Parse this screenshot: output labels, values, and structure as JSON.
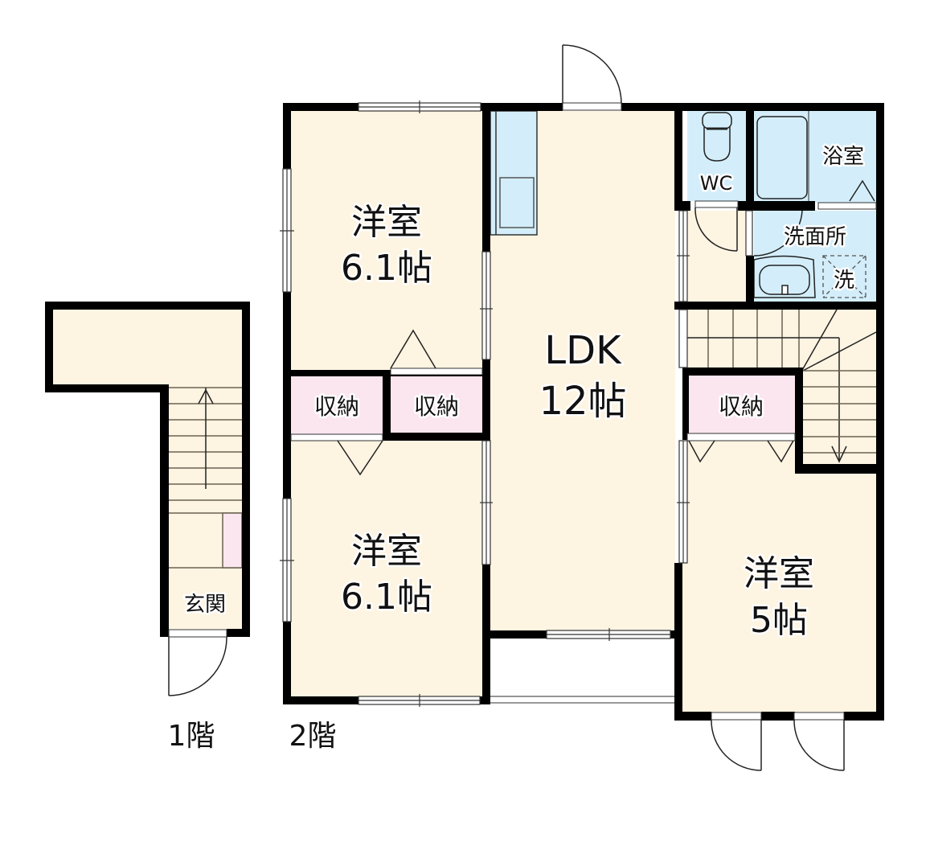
{
  "colors": {
    "wall": "#000000",
    "floor": "#fdf4e2",
    "wet_area": "#d3eefa",
    "storage": "#fbe6ef",
    "window_fill": "#ffffff",
    "line": "#222222"
  },
  "floors": [
    {
      "label": "1階",
      "rooms": [
        {
          "id": "genkan",
          "label": "玄関"
        }
      ]
    },
    {
      "label": "2階",
      "rooms": [
        {
          "id": "western-nw",
          "label": "洋室",
          "size": "6.1帖"
        },
        {
          "id": "western-sw",
          "label": "洋室",
          "size": "6.1帖"
        },
        {
          "id": "ldk",
          "label": "LDK",
          "size": "12帖"
        },
        {
          "id": "western-e",
          "label": "洋室",
          "size": "5帖"
        },
        {
          "id": "storage-1",
          "label": "収納"
        },
        {
          "id": "storage-2",
          "label": "収納"
        },
        {
          "id": "storage-3",
          "label": "収納"
        },
        {
          "id": "wc",
          "label": "WC"
        },
        {
          "id": "bath",
          "label": "浴室"
        },
        {
          "id": "washroom",
          "label": "洗面所"
        },
        {
          "id": "washer",
          "label": "洗"
        }
      ]
    }
  ]
}
